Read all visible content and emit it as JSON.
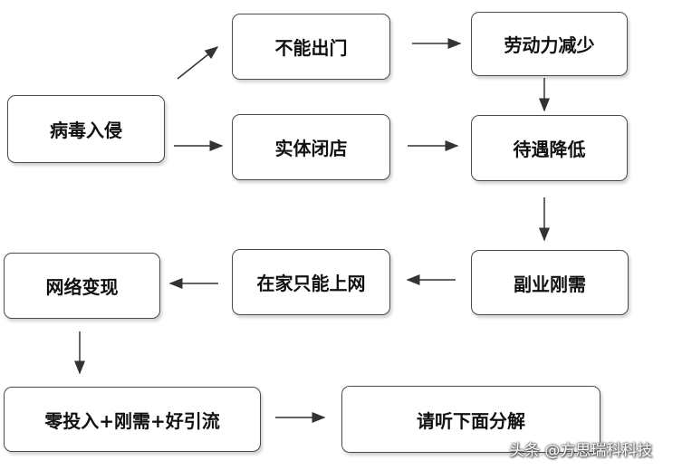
{
  "nodes": {
    "virus_invasion": "病毒入侵",
    "cannot_go_out": "不能出门",
    "labor_decrease": "劳动力减少",
    "physical_store_closed": "实体闭店",
    "salary_reduced": "待遇降低",
    "side_job_need": "副业刚需",
    "online_at_home": "在家只能上网",
    "online_monetization": "网络变现",
    "zero_investment": "零投入+刚需+好引流",
    "listen_below": "请听下面分解"
  },
  "watermark": "头条 @方思瑞科科技"
}
